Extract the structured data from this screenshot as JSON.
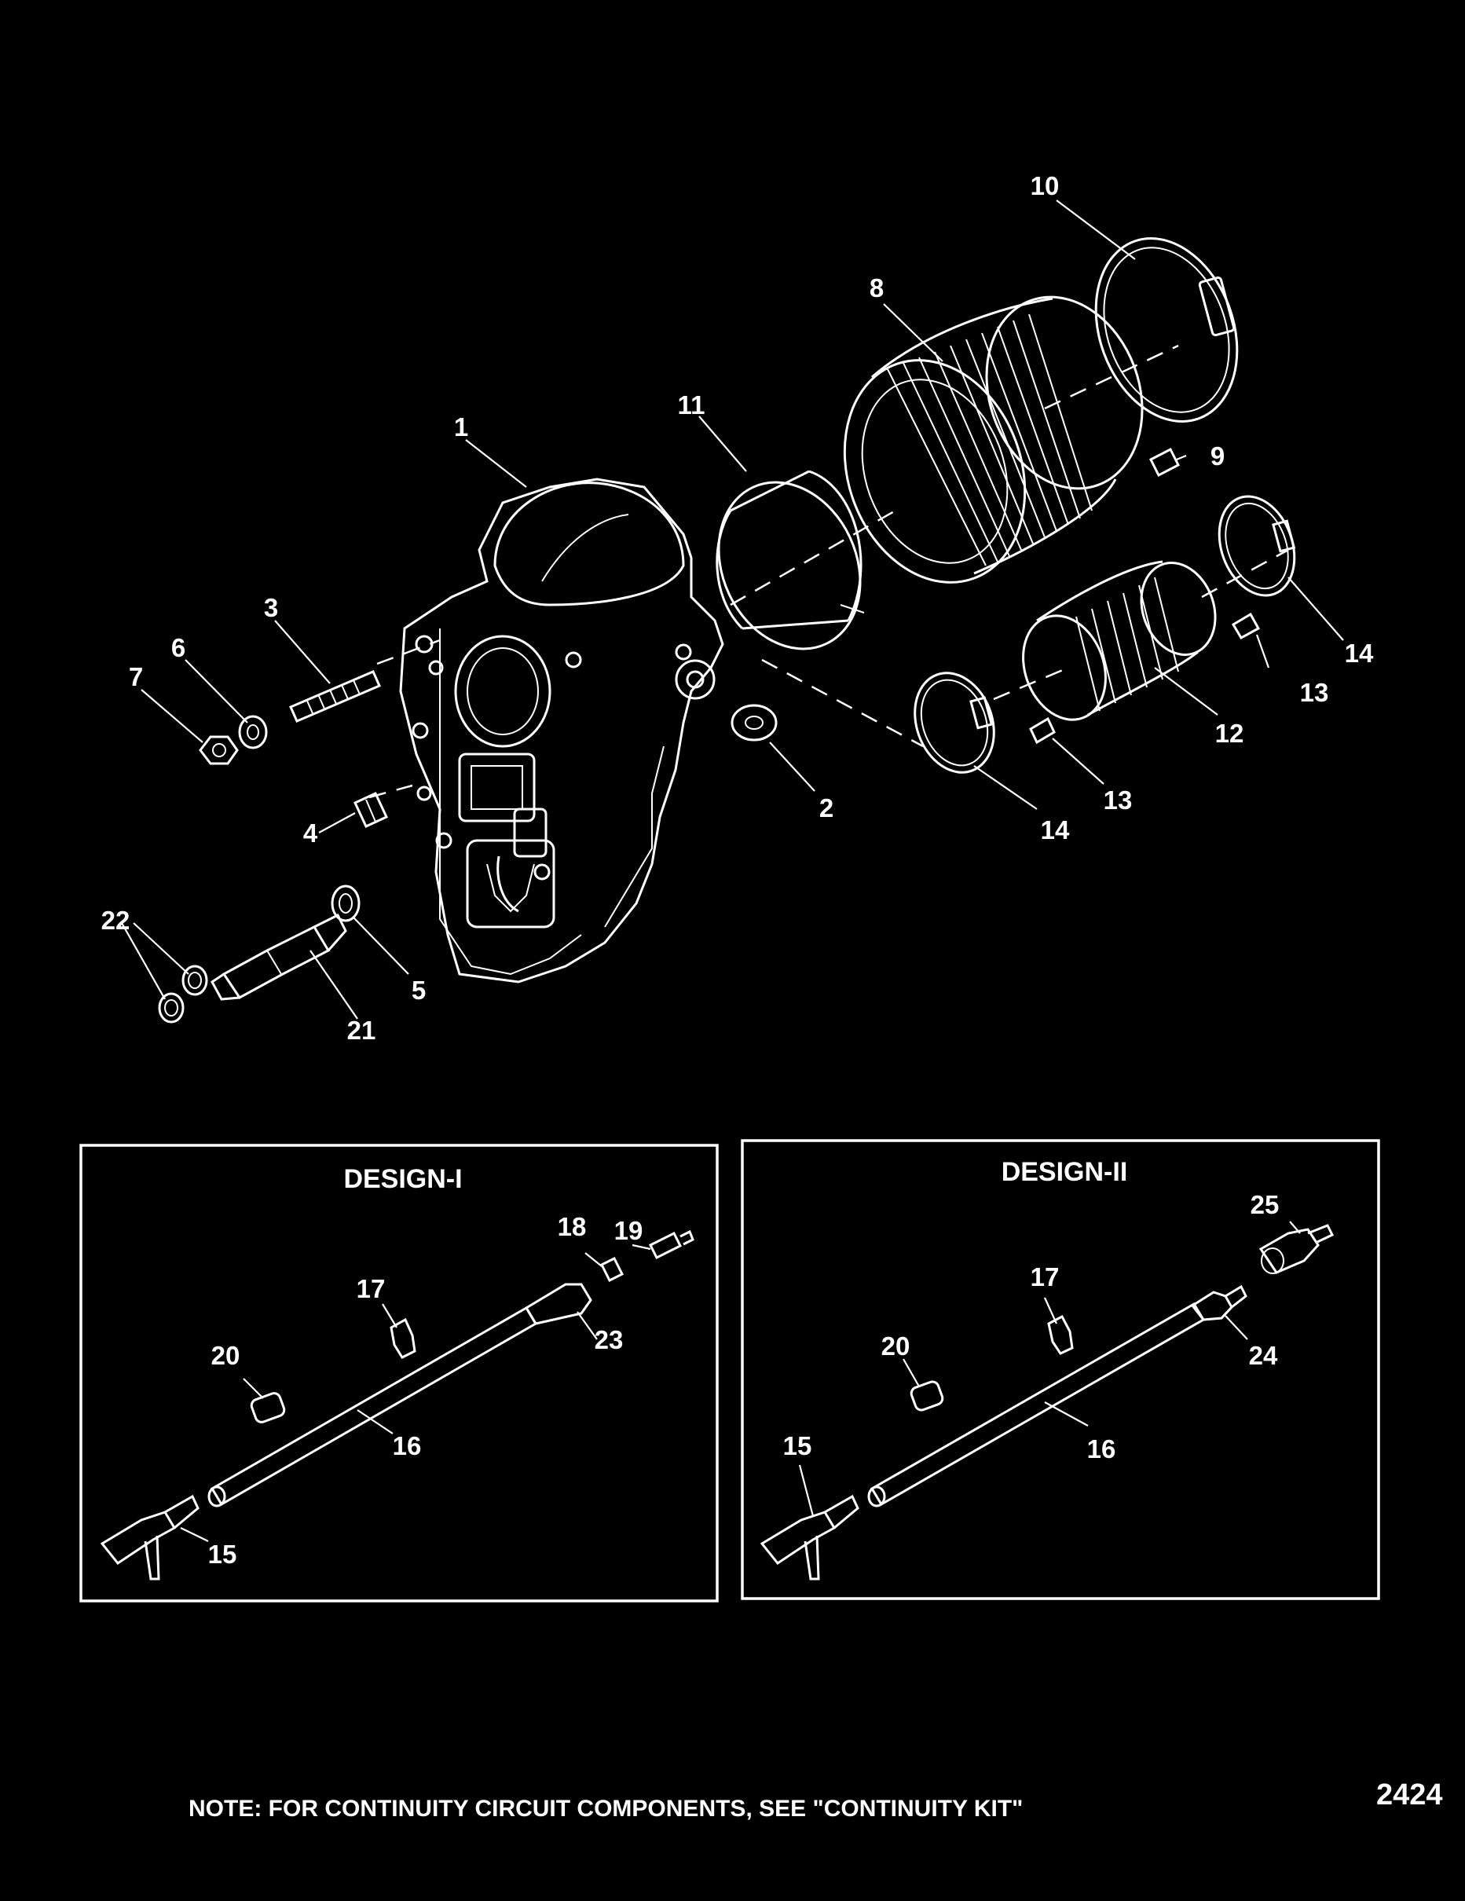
{
  "callouts": [
    {
      "id": "1",
      "label": "1"
    },
    {
      "id": "2",
      "label": "2"
    },
    {
      "id": "3",
      "label": "3"
    },
    {
      "id": "4",
      "label": "4"
    },
    {
      "id": "5",
      "label": "5"
    },
    {
      "id": "6",
      "label": "6"
    },
    {
      "id": "7",
      "label": "7"
    },
    {
      "id": "8",
      "label": "8"
    },
    {
      "id": "9",
      "label": "9"
    },
    {
      "id": "10",
      "label": "10"
    },
    {
      "id": "11",
      "label": "11"
    },
    {
      "id": "12",
      "label": "12"
    },
    {
      "id": "13a",
      "label": "13"
    },
    {
      "id": "13b",
      "label": "13"
    },
    {
      "id": "14a",
      "label": "14"
    },
    {
      "id": "14b",
      "label": "14"
    },
    {
      "id": "21",
      "label": "21"
    },
    {
      "id": "22",
      "label": "22"
    }
  ],
  "design1": {
    "title": "DESIGN-I",
    "callouts": {
      "c15": "15",
      "c16": "16",
      "c17": "17",
      "c18": "18",
      "c19": "19",
      "c20": "20",
      "c23": "23"
    }
  },
  "design2": {
    "title": "DESIGN-II",
    "callouts": {
      "c15": "15",
      "c16": "16",
      "c17": "17",
      "c20": "20",
      "c24": "24",
      "c25": "25"
    }
  },
  "note": "NOTE:  FOR CONTINUITY CIRCUIT COMPONENTS, SEE \"CONTINUITY KIT\"",
  "figure_number": "2424",
  "colors": {
    "background": "#000000",
    "line": "#ffffff"
  }
}
